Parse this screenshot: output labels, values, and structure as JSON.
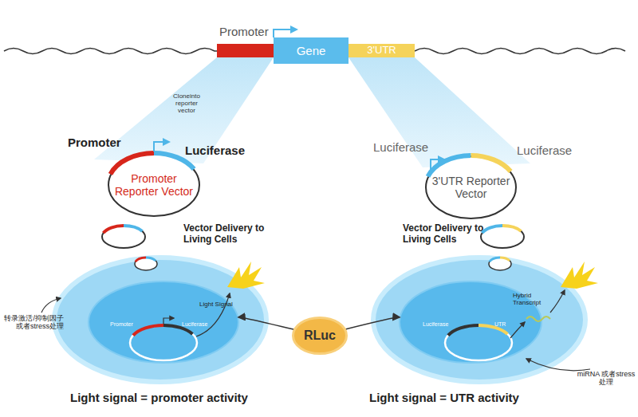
{
  "diagram": {
    "nodes": [
      {
        "text": [
          "Promoter"
        ]
      },
      {
        "text": [
          "Gene"
        ]
      },
      {
        "text": [
          "3'UTR"
        ]
      },
      {
        "text": [
          "Promoter Reporter Vector"
        ]
      },
      {
        "text": [
          "3'UTR Reporter Vector"
        ]
      },
      {
        "text": [
          "Light Signal"
        ]
      },
      {
        "text": [
          "Promoter",
          "Luciferase"
        ],
        "in": 5
      },
      {
        "text": [
          "RLuc"
        ]
      },
      {
        "text": [
          "Hybrid Transcript"
        ]
      },
      {
        "text": [
          "Luciferase",
          "UTR"
        ],
        "in": 8
      }
    ],
    "edges": [
      {
        "from": 7,
        "to": 6,
        "arrow": "to"
      },
      {
        "from": 7,
        "to": 9,
        "arrow": "to"
      }
    ],
    "labels": [
      "Cloneinto reporter vector",
      "Promoter",
      "Luciferase",
      "Luciferase",
      "Luciferase",
      "Vector Delivery to Living Cells",
      "Vector Delivery to Living Cells",
      "转录激活/抑制因子 或者stress处理",
      "miRNA 或者stress处理",
      "Light signal = promoter activity",
      "Light signal = UTR activity"
    ]
  }
}
